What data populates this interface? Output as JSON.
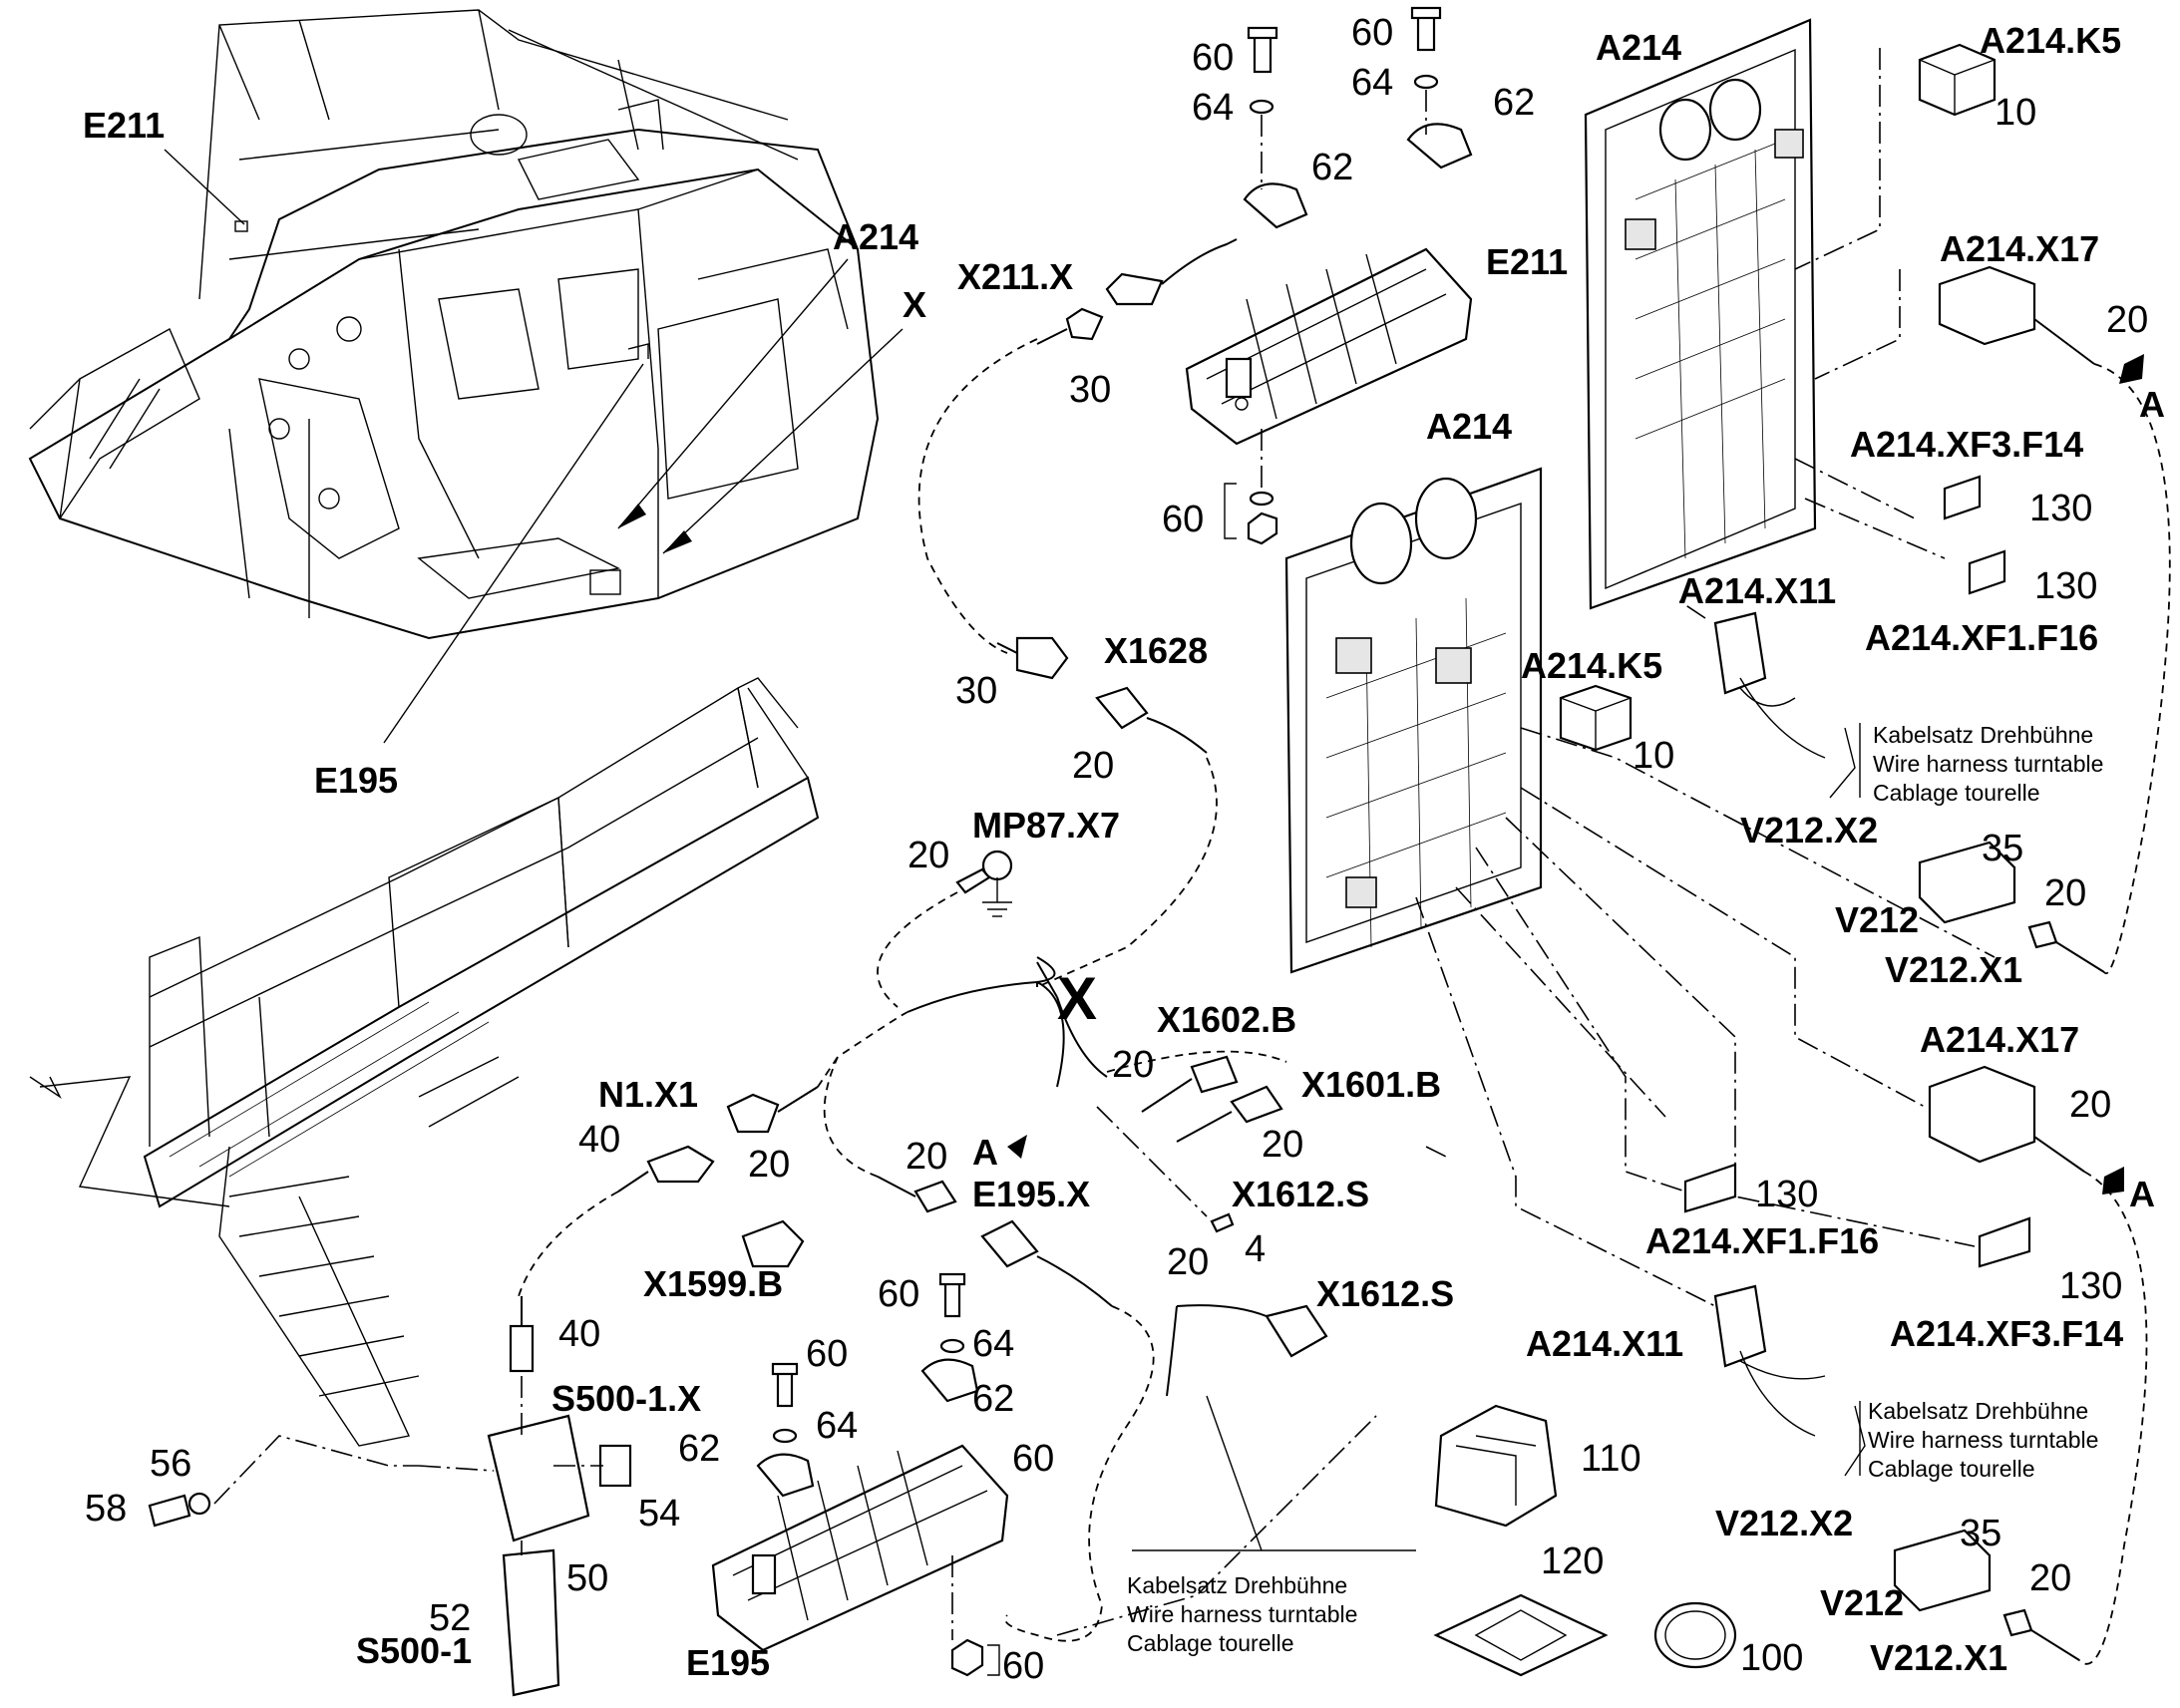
{
  "labels": {
    "e211_top": "E211",
    "a214_cab": "A214",
    "x_cab": "X",
    "e195_cab": "E195",
    "x211x": "X211.X",
    "e211": "E211",
    "a214_mid": "A214",
    "a214_top": "A214",
    "a214k5_top": "A214.K5",
    "a214x17_top": "A214.X17",
    "a214xf3f14_top": "A214.XF3.F14",
    "a214x11_top": "A214.X11",
    "a214xf1f16_top": "A214.XF1.F16",
    "a214k5_mid": "A214.K5",
    "x1628": "X1628",
    "mp87x7": "MP87.X7",
    "x_big": "X",
    "x1602b": "X1602.B",
    "x1601b": "X1601.B",
    "n1x1": "N1.X1",
    "e195x": "E195.X",
    "x1612s_a": "X1612.S",
    "x1612s_b": "X1612.S",
    "x1599b": "X1599.B",
    "s5001x": "S500-1.X",
    "s5001": "S500-1",
    "e195": "E195",
    "v212x2_top": "V212.X2",
    "v212_top": "V212",
    "v212x1_top": "V212.X1",
    "a214x17_bot": "A214.X17",
    "a214xf1f16_bot": "A214.XF1.F16",
    "a214xf3f14_bot": "A214.XF3.F14",
    "a214x11_bot": "A214.X11",
    "v212x2_bot": "V212.X2",
    "v212_bot": "V212",
    "v212x1_bot": "V212.X1",
    "arrow_a1": "A",
    "arrow_a2": "A",
    "arrow_a3": "A"
  },
  "numbers": {
    "n60_a": "60",
    "n64_a": "64",
    "n62_a": "62",
    "n60_b": "60",
    "n64_b": "64",
    "n62_b": "62",
    "n60_c": "60",
    "n30_a": "30",
    "n30_b": "30",
    "n20_x1628": "20",
    "n10_top": "10",
    "n20_x17top": "20",
    "n130_a": "130",
    "n130_b": "130",
    "n35_top": "35",
    "n20_v212top": "20",
    "n10_mid": "10",
    "n20_mp87": "20",
    "n20_x1602": "20",
    "n20_x1601": "20",
    "n40_n1": "40",
    "n20_n1": "20",
    "n20_a": "20",
    "n20_x1612": "20",
    "n4": "4",
    "n40_s500": "40",
    "n56": "56",
    "n58": "58",
    "n54": "54",
    "n50": "50",
    "n52": "52",
    "n60_e195a": "60",
    "n64_e195a": "64",
    "n62_e195a": "62",
    "n60_e195b": "60",
    "n64_e195b": "64",
    "n62_e195b": "62",
    "n60_e195c": "60",
    "n60_e195nut": "60",
    "n110": "110",
    "n120": "120",
    "n100": "100",
    "n20_x17bot": "20",
    "n130_c": "130",
    "n130_d": "130",
    "n35_bot": "35",
    "n20_v212bot": "20"
  },
  "notes": {
    "harness_top": [
      "Kabelsatz Drehbühne",
      "Wire harness turntable",
      "Cablage tourelle"
    ],
    "harness_bot": [
      "Kabelsatz Drehbühne",
      "Wire harness turntable",
      "Cablage tourelle"
    ],
    "harness_center": [
      "Kabelsatz Drehbühne",
      "Wire harness turntable",
      "Cablage tourelle"
    ]
  }
}
